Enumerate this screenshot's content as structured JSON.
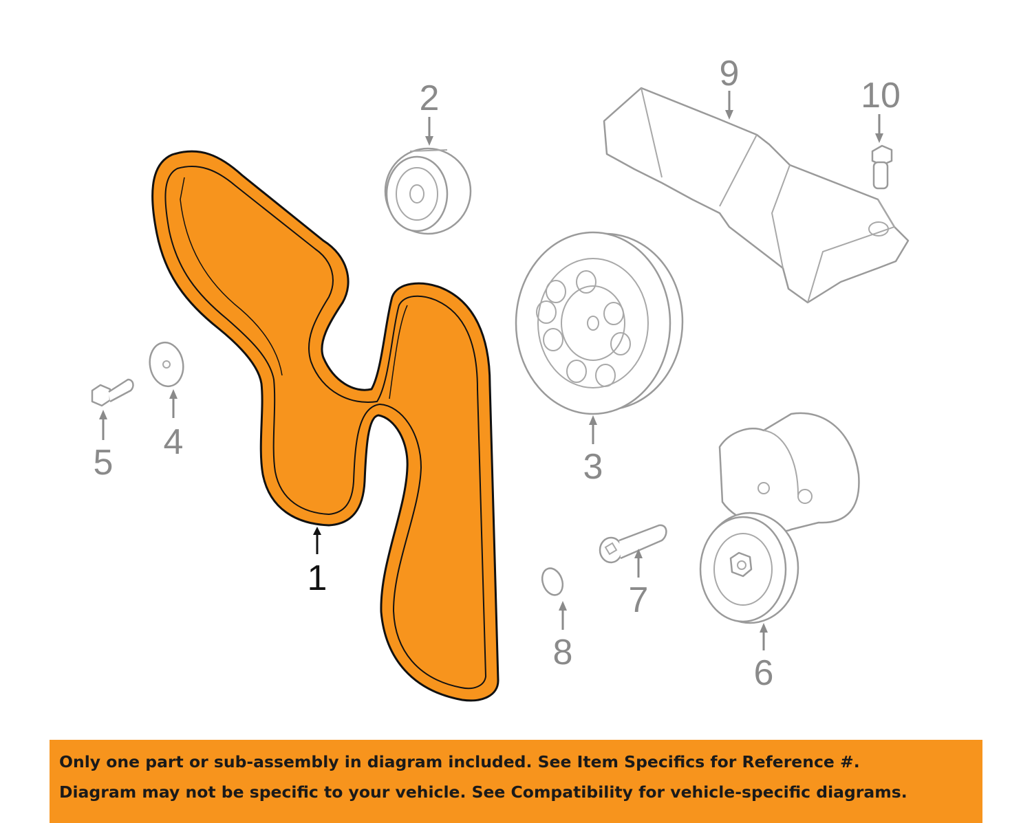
{
  "diagram": {
    "callouts": [
      {
        "id": "1",
        "label": "1"
      },
      {
        "id": "2",
        "label": "2"
      },
      {
        "id": "3",
        "label": "3"
      },
      {
        "id": "4",
        "label": "4"
      },
      {
        "id": "5",
        "label": "5"
      },
      {
        "id": "6",
        "label": "6"
      },
      {
        "id": "7",
        "label": "7"
      },
      {
        "id": "8",
        "label": "8"
      },
      {
        "id": "9",
        "label": "9"
      },
      {
        "id": "10",
        "label": "10"
      }
    ],
    "highlight_color": "#f7941d",
    "line_color": "#9a9a9a"
  },
  "notice": {
    "line1": "Only one part or sub-assembly in diagram included. See Item Specifics for Reference #.",
    "line2": "Diagram may not be specific to your vehicle. See Compatibility for vehicle-specific diagrams.",
    "background": "#f7941d"
  }
}
